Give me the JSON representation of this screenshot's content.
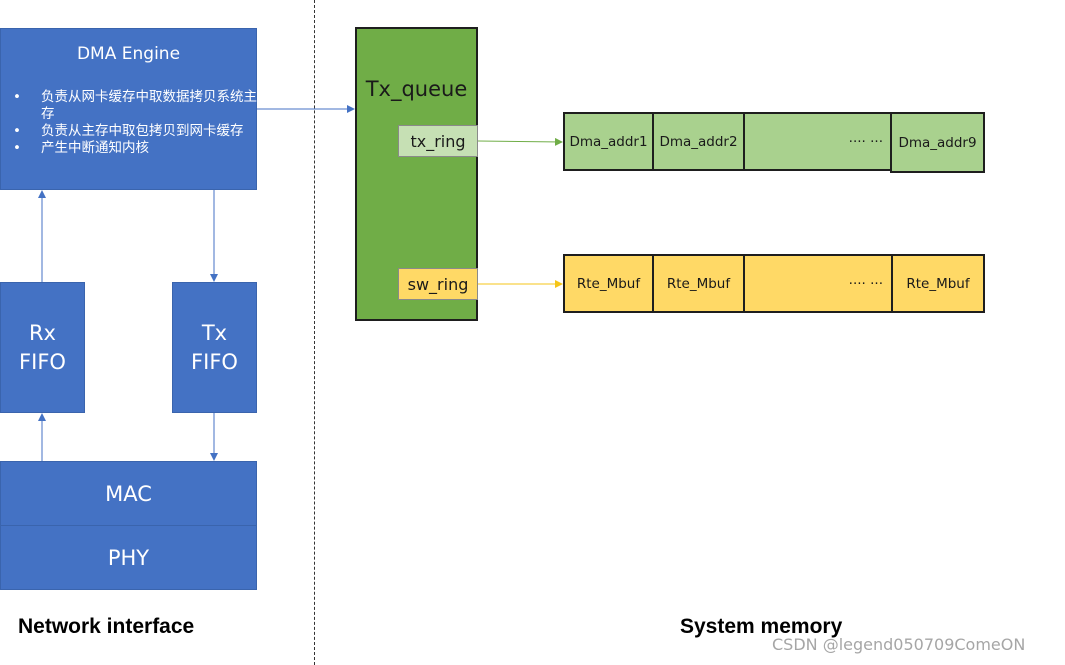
{
  "dma_engine": {
    "title": "DMA Engine",
    "bullets": [
      "负责从网卡缓存中取数据拷贝系统主存",
      "负责从主存中取包拷贝到网卡缓存",
      "产生中断通知内核"
    ]
  },
  "rx_fifo": "Rx\nFIFO",
  "tx_fifo": "Tx\nFIFO",
  "mac": "MAC",
  "phy": "PHY",
  "tx_queue": {
    "title": "Tx_queue",
    "tx_ring": "tx_ring",
    "sw_ring": "sw_ring"
  },
  "dma_row": [
    "Dma_addr1",
    "Dma_addr2",
    "···· ···",
    "Dma_addr9"
  ],
  "mbuf_row": [
    "Rte_Mbuf",
    "Rte_Mbuf",
    "···· ···",
    "Rte_Mbuf"
  ],
  "captions": {
    "network_interface": "Network interface",
    "system_memory": "System memory"
  },
  "watermark": "CSDN @legend050709ComeON",
  "colors": {
    "engine_blue": "#4472c4",
    "queue_green": "#70ad47",
    "ring_green": "#a9d18e",
    "ring_yellow": "#ffd966",
    "arrow_blue": "#4472c4",
    "arrow_green": "#70ad47",
    "arrow_yellow": "#f5c518"
  }
}
